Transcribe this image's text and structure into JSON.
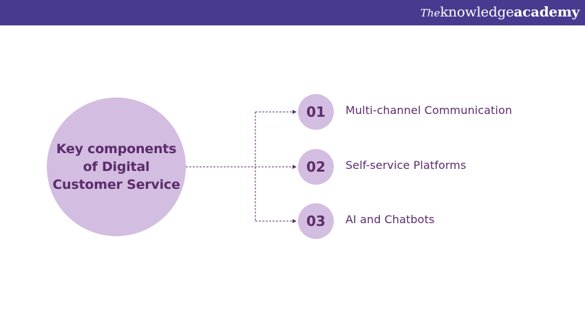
{
  "brand": {
    "the": "The",
    "knowledge": "knowledge",
    "academy": "academy"
  },
  "center": {
    "title": "Key components of Digital Customer Service"
  },
  "items": [
    {
      "number": "01",
      "label": "Multi-channel Communication"
    },
    {
      "number": "02",
      "label": "Self-service Platforms"
    },
    {
      "number": "03",
      "label": "AI and Chatbots"
    }
  ],
  "colors": {
    "header": "#483a8f",
    "circle_fill": "#d3bde0",
    "text": "#5b2c6b",
    "connector": "#5b2c6b"
  }
}
